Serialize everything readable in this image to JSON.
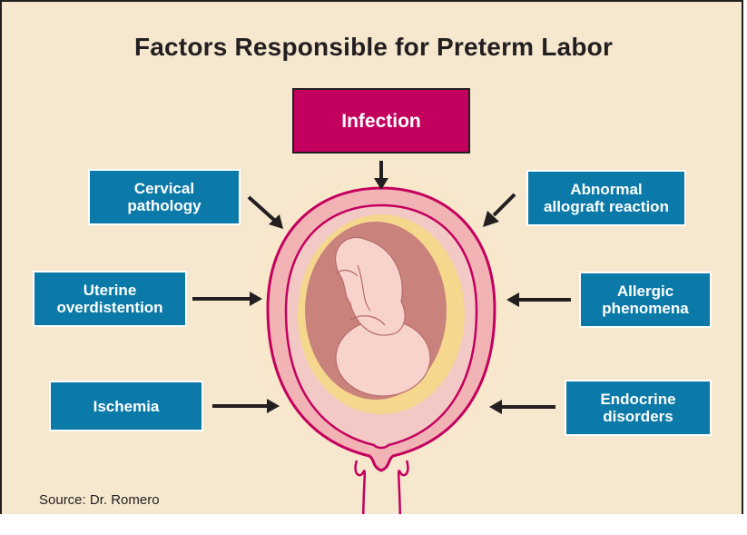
{
  "title": "Factors Responsible for Preterm Labor",
  "factors": {
    "infection": "Infection",
    "cervical": [
      "Cervical",
      "pathology"
    ],
    "uterine": [
      "Uterine",
      "overdistention"
    ],
    "ischemia": "Ischemia",
    "allograft": [
      "Abnormal",
      "allograft reaction"
    ],
    "allergic": [
      "Allergic",
      "phenomena"
    ],
    "endocrine": [
      "Endocrine",
      "disorders"
    ]
  },
  "source": "Source: Dr. Romero",
  "colors": {
    "background": "#f6e7cf",
    "box_blue": "#0b7aa8",
    "box_magenta": "#c4005f",
    "uterus_outline": "#c4005f",
    "uterus_wall": "#f2b3b5",
    "amniotic": "#f5d78e",
    "cavity": "#c9837c",
    "fetus": "#f7d3cc"
  }
}
